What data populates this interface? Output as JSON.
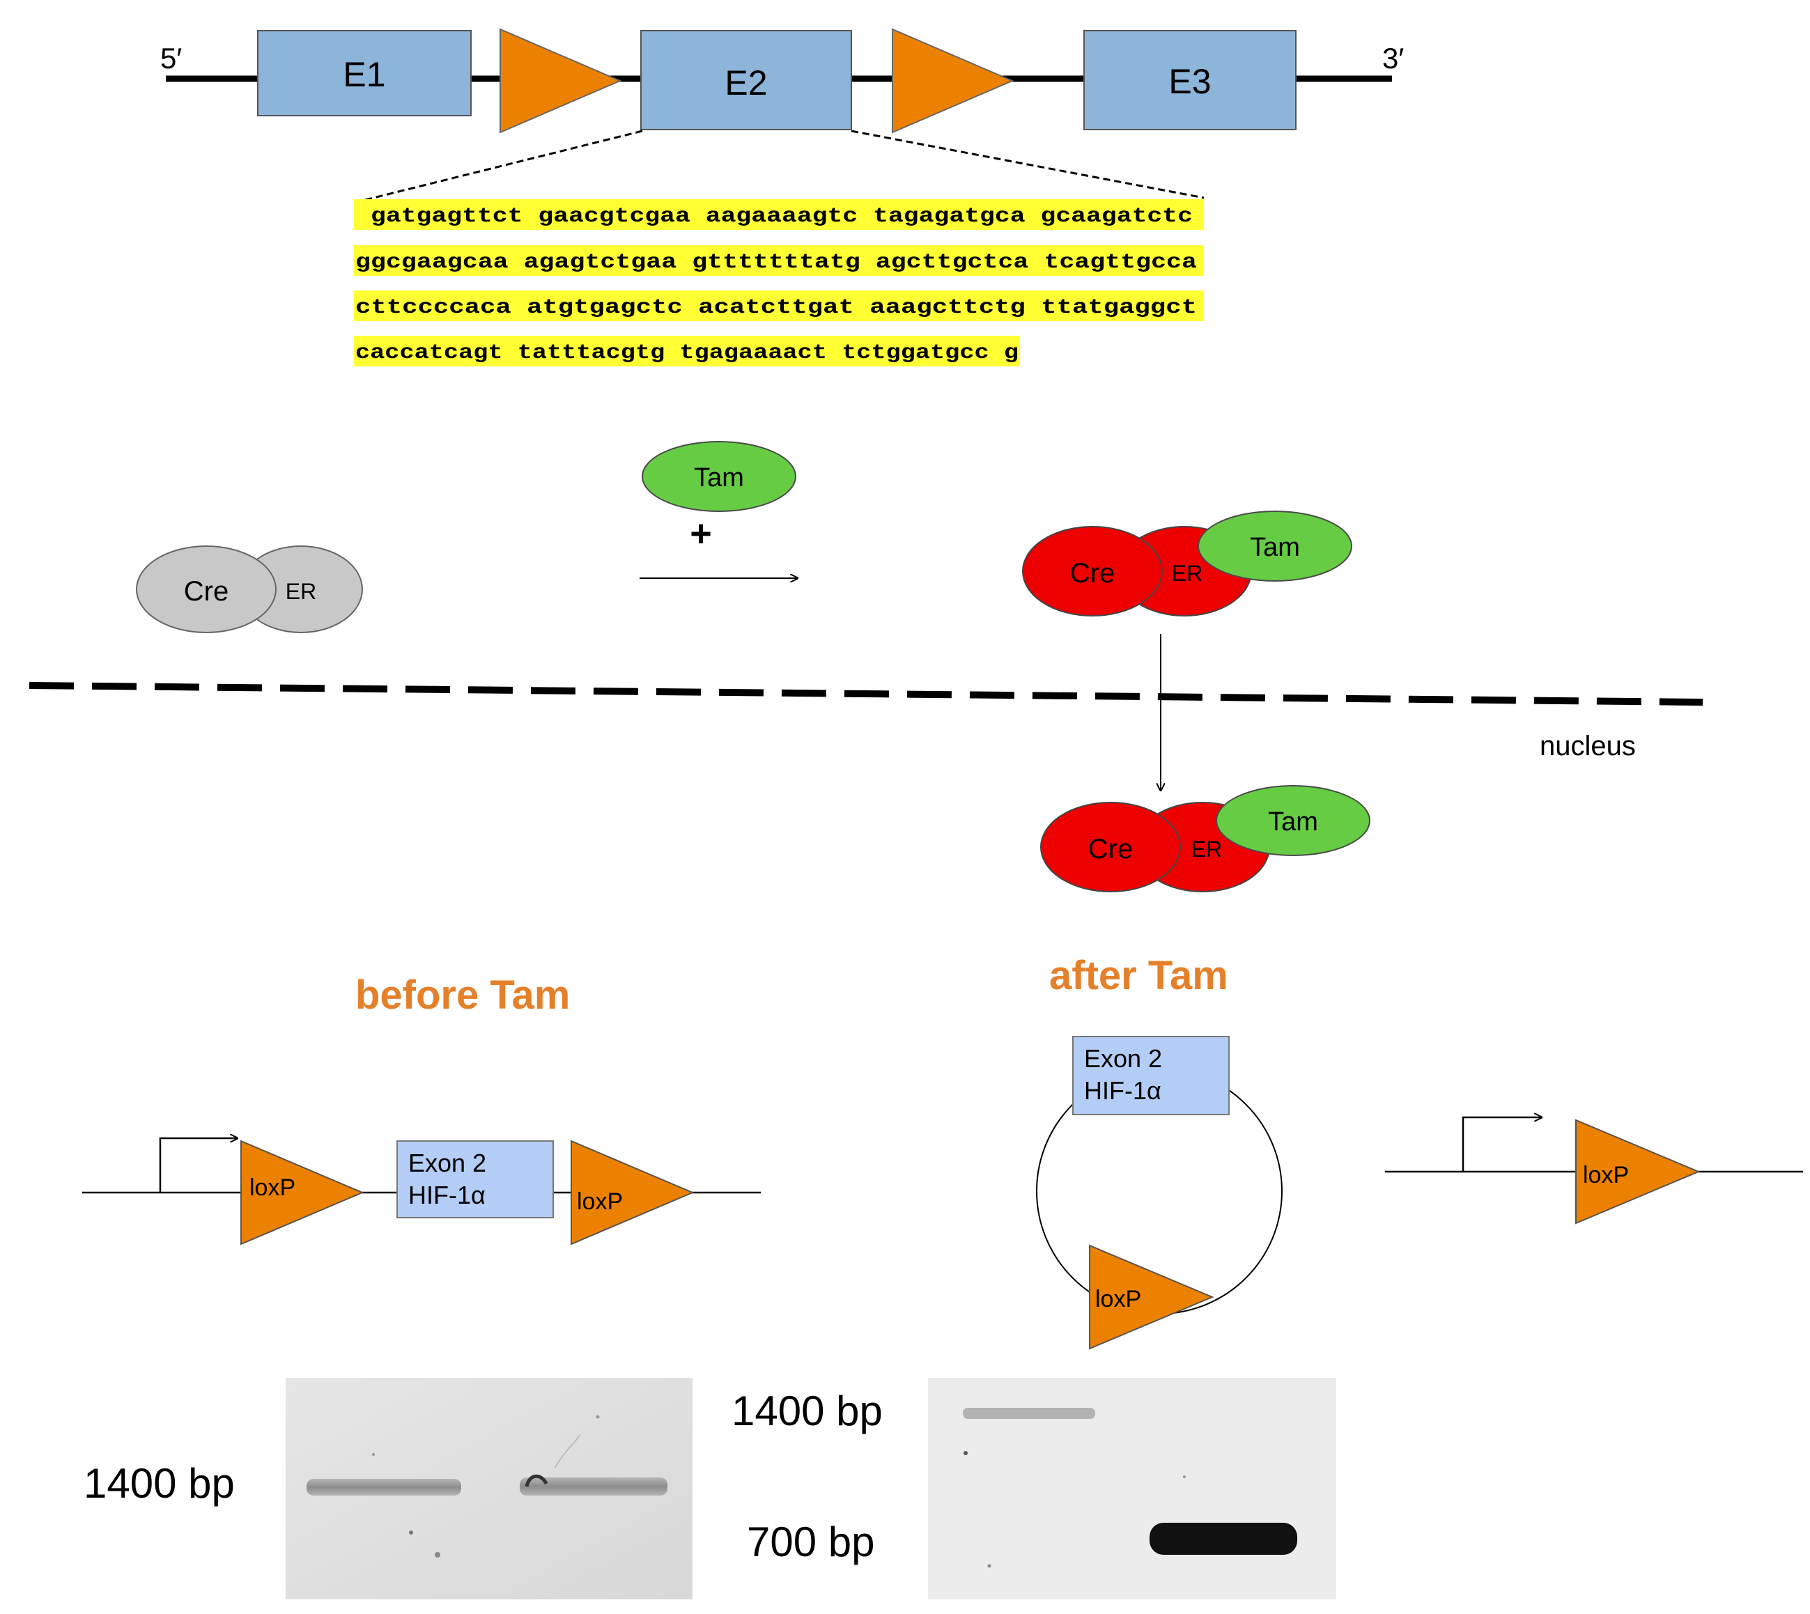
{
  "gene": {
    "five_prime": "5′",
    "three_prime": "3′",
    "exons": [
      "E1",
      "E2",
      "E3"
    ],
    "colors": {
      "exon": "#8db4d9",
      "loxp": "#ec8100",
      "line": "#000000"
    }
  },
  "sequence": {
    "lines": [
      "gatgagttct gaacgtcgaa aagaaaagtc tagagatgca gcaagatctc",
      "ggcgaagcaa agagtctgaa gtttttttatg agcttgctca tcagttgcca",
      "cttccccaca atgtgagctc acatcttgat aaagcttctg ttatgaggct",
      "caccatcagt tatttacgtg tgagaaaact tctggatgcc g"
    ],
    "highlight_color": "#ffff33"
  },
  "pathway": {
    "cre": "Cre",
    "er": "ER",
    "tam": "Tam",
    "plus": "+",
    "nucleus": "nucleus",
    "colors": {
      "inactive": "#c8c8c8",
      "active": "#ee0000",
      "tam": "#66cc44"
    }
  },
  "before": {
    "title": "before Tam",
    "loxp": "loxP",
    "exon_line1": "Exon 2",
    "exon_line2": "HIF-1α"
  },
  "after": {
    "title": "after Tam",
    "loxp": "loxP",
    "exon_line1": "Exon 2",
    "exon_line2": "HIF-1α"
  },
  "gels": {
    "left": {
      "marker": "1400 bp"
    },
    "right": {
      "marker_top": "1400 bp",
      "marker_bottom": "700 bp"
    }
  },
  "title_color": "#e5802a"
}
